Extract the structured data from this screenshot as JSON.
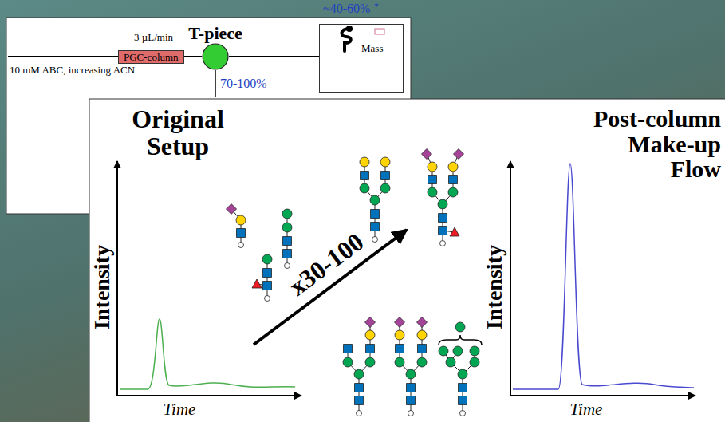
{
  "diagram": {
    "nodes": [
      {
        "text": [
          "PGC-column"
        ]
      },
      {
        "text": [
          "T-piece"
        ]
      },
      {
        "text": [
          "Mass"
        ]
      }
    ],
    "edges": [
      {
        "from": 0,
        "to": 1,
        "arrow": "none"
      },
      {
        "from": 1,
        "to": 2,
        "arrow": "none"
      }
    ],
    "labels": [
      "3 µL/min",
      "10 mM ABC, increasing ACN",
      "~40-60%",
      "*",
      "70-100%",
      "Original Setup",
      "Post-column Make-up Flow",
      "Intensity",
      "Intensity",
      "x30-100",
      "Time",
      "Time"
    ]
  }
}
